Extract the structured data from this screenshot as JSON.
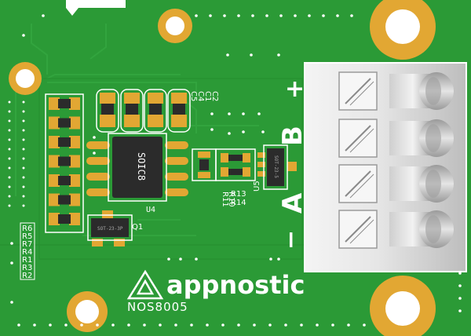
{
  "board": {
    "brand": "appnostic",
    "part_number": "NOS8005",
    "colors": {
      "pcb": "#2b9a36",
      "trace": "#2f9f3a",
      "silk": "#ffffff",
      "pad_gold": "#e2a733",
      "pad_tin": "#c9c9c9",
      "chip": "#2b2b2b"
    }
  },
  "silkscreen": {
    "chip_main": "SOIC8",
    "chip_main_ref": "U4",
    "chip_small_ref": "U5",
    "chip_small_text": "SOT-23-5",
    "transistor_ref": "Q1",
    "transistor_text": "SOT-23-3P",
    "caps": [
      "C5",
      "C4",
      "C1",
      "C2"
    ],
    "res_right": [
      "R13",
      "R14",
      "R11",
      "R10"
    ],
    "res_left": [
      "R6",
      "R5",
      "R7",
      "R4",
      "R1",
      "R3",
      "R2"
    ],
    "connector_labels": [
      "+",
      "B",
      "A",
      "−"
    ]
  }
}
